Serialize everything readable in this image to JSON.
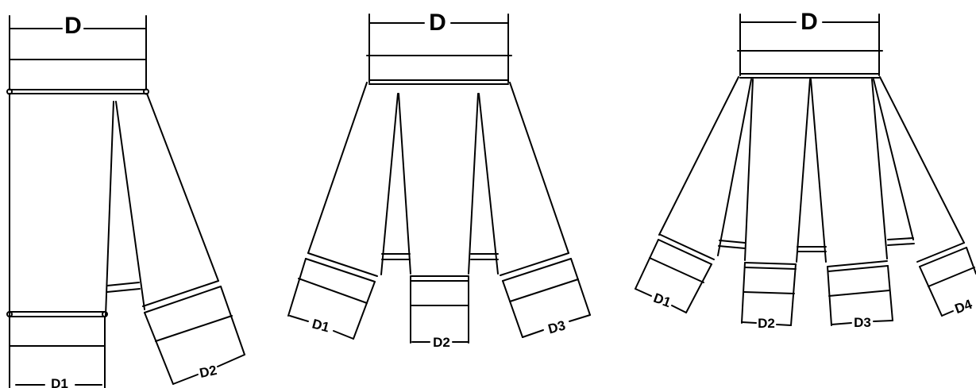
{
  "diagrams": [
    {
      "top_label": "D",
      "outlet_labels": [
        "D1",
        "D2"
      ]
    },
    {
      "top_label": "D",
      "outlet_labels": [
        "D1",
        "D2",
        "D3"
      ]
    },
    {
      "top_label": "D",
      "outlet_labels": [
        "D1",
        "D2",
        "D3",
        "D4"
      ]
    }
  ],
  "colors": {
    "line": "#000000",
    "background": "#ffffff"
  }
}
